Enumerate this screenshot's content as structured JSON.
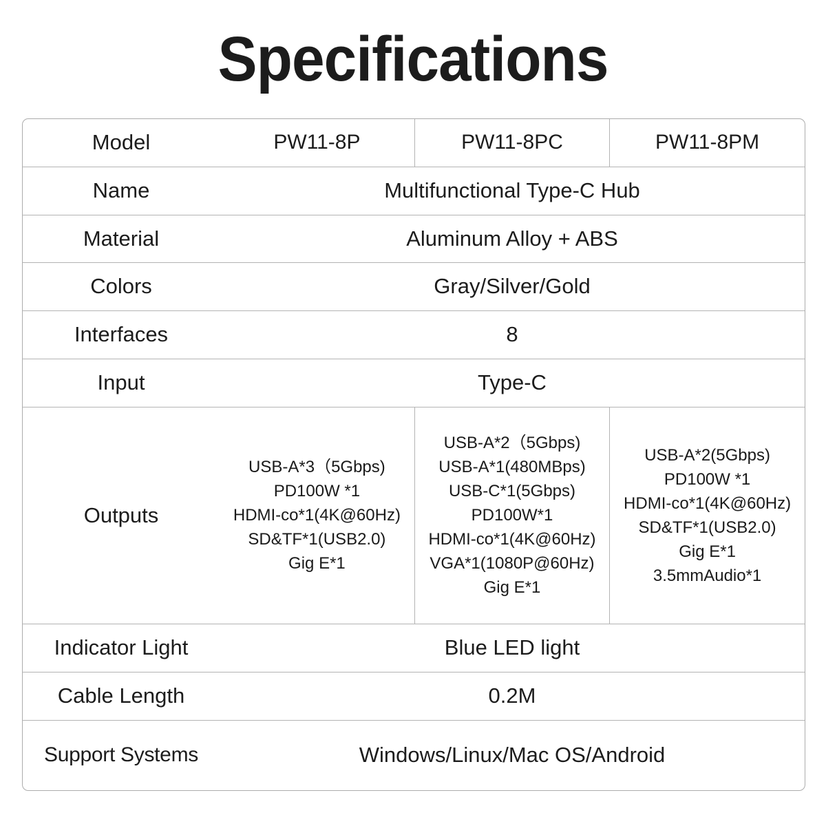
{
  "page": {
    "title": "Specifications",
    "background": "#ffffff",
    "text_color": "#1c1c1c",
    "border_color": "#b3b3b3"
  },
  "table": {
    "column_headers": [
      "Model",
      "PW11-8P",
      "PW11-8PC",
      "PW11-8PM"
    ],
    "rows": [
      {
        "label": "Model",
        "type": "split",
        "values": [
          "PW11-8P",
          "PW11-8PC",
          "PW11-8PM"
        ]
      },
      {
        "label": "Name",
        "type": "merged",
        "value": "Multifunctional Type-C Hub"
      },
      {
        "label": "Material",
        "type": "merged",
        "value": "Aluminum Alloy + ABS"
      },
      {
        "label": "Colors",
        "type": "merged",
        "value": "Gray/Silver/Gold"
      },
      {
        "label": "Interfaces",
        "type": "merged",
        "value": "8"
      },
      {
        "label": "Input",
        "type": "merged",
        "value": "Type-C"
      },
      {
        "label": "Outputs",
        "type": "split",
        "values": [
          "USB-A*3（5Gbps)\nPD100W *1\nHDMI-co*1(4K@60Hz)\nSD&TF*1(USB2.0)\nGig E*1",
          "USB-A*2（5Gbps)\nUSB-A*1(480MBps)\nUSB-C*1(5Gbps)\nPD100W*1\nHDMI-co*1(4K@60Hz)\nVGA*1(1080P@60Hz)\nGig E*1",
          "USB-A*2(5Gbps)\nPD100W *1\nHDMI-co*1(4K@60Hz)\nSD&TF*1(USB2.0)\nGig E*1\n3.5mmAudio*1"
        ]
      },
      {
        "label": "Indicator Light",
        "type": "merged",
        "value": "Blue LED light"
      },
      {
        "label": "Cable Length",
        "type": "merged",
        "value": "0.2M"
      },
      {
        "label": "Support Systems",
        "type": "merged",
        "value": "Windows/Linux/Mac OS/Android"
      }
    ]
  }
}
